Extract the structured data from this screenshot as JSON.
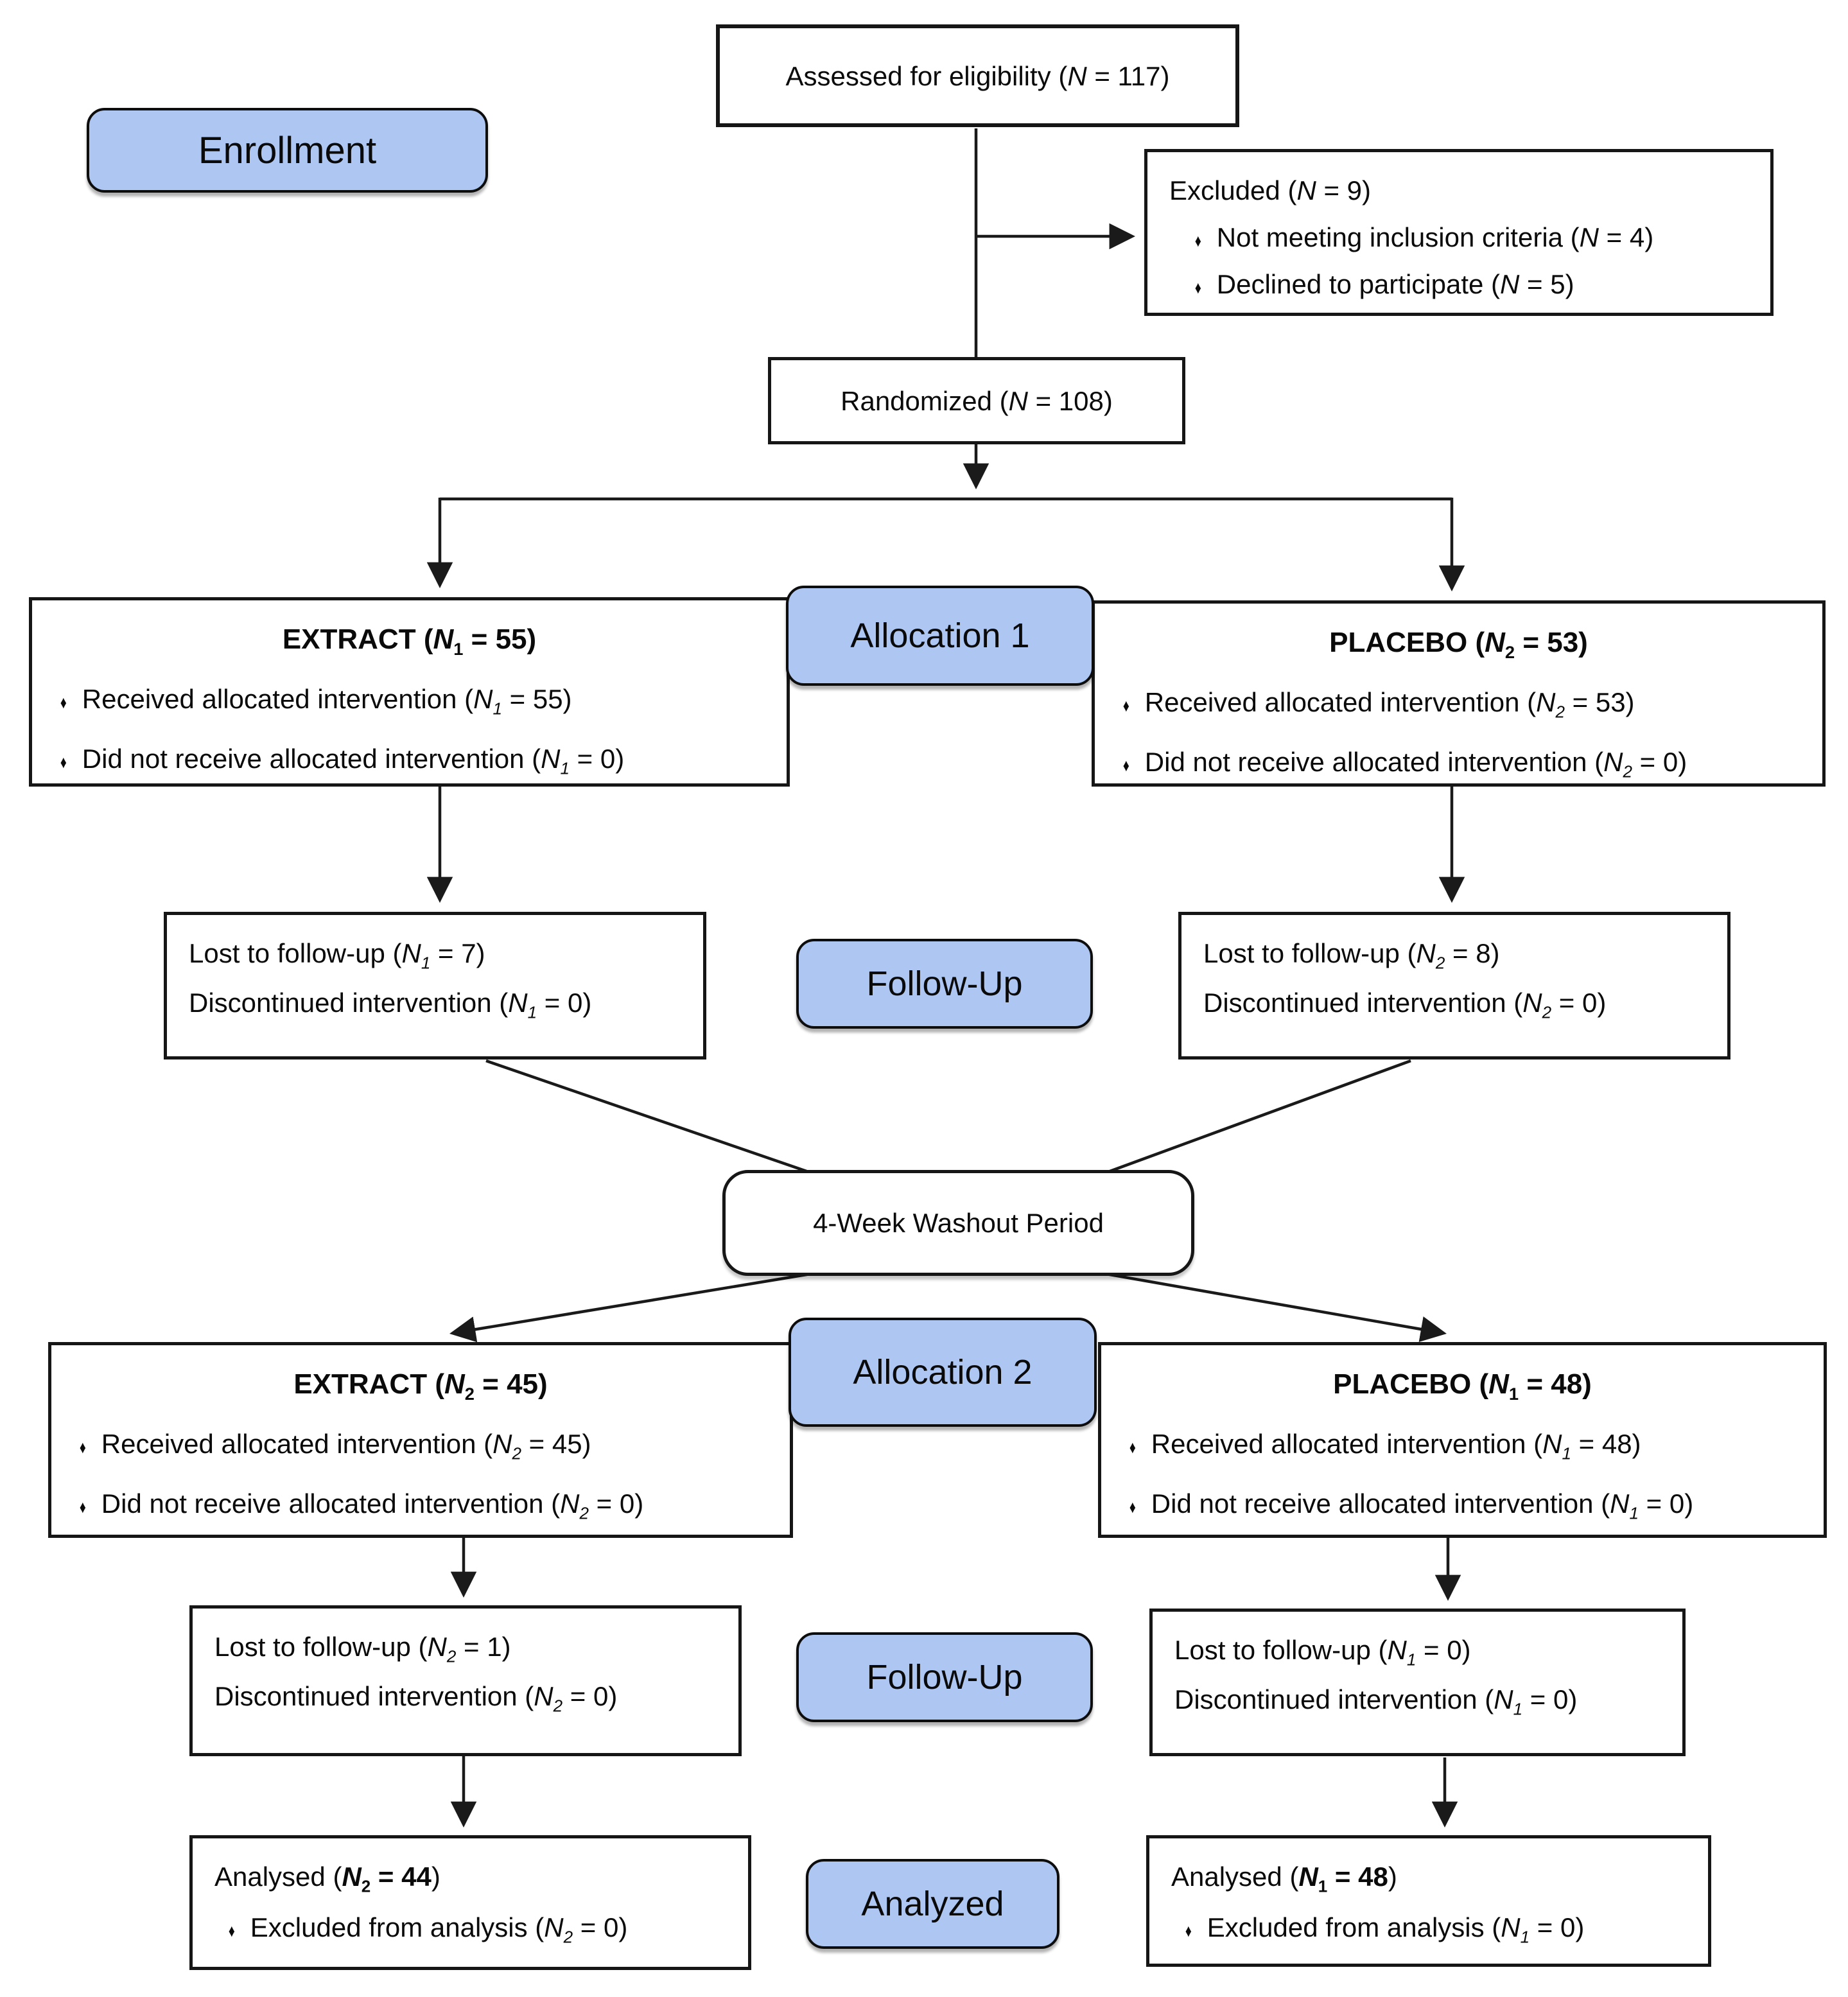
{
  "colors": {
    "label_fill": "#aec6f2",
    "line": "#1a1a1a",
    "box_border": "#161616"
  },
  "flow": {
    "assessed": {
      "text": "Assessed for eligibility ({i}N{/i} = 117)"
    },
    "enrollment_label": "Enrollment",
    "excluded": {
      "title": "Excluded ({i}N{/i} = 9)",
      "bullets": [
        "Not meeting inclusion criteria ({i}N{/i} = 4)",
        "Declined to participate ({i}N{/i} = 5)"
      ]
    },
    "randomized": {
      "text": "Randomized ({i}N{/i} = 108)"
    },
    "allocation1": {
      "label": "Allocation 1",
      "left": {
        "title": "EXTRACT ({i}N{/i}{s}1{/s} = 55)",
        "bullets": [
          "Received allocated intervention ({i}N{/i}{s}{i}1{/i}{/s} = 55)",
          "Did not receive allocated intervention ({i}N{/i}{s}{i}1{/i}{/s} = 0)"
        ]
      },
      "right": {
        "title": "PLACEBO ({i}N{/i}{s}2{/s} = 53)",
        "bullets": [
          "Received allocated intervention ({i}N{/i}{s}{i}2{/i}{/s} = 53)",
          "Did not receive allocated intervention ({i}N{/i}{s}{i}2{/i}{/s} = 0)"
        ]
      }
    },
    "followup1": {
      "label": "Follow-Up",
      "left": {
        "lines": [
          "Lost to follow-up ({i}N{/i}{s}{i}1{/i}{/s} = 7)",
          "Discontinued intervention ({i}N{/i}{s}{i}1{/i}{/s} = 0)"
        ]
      },
      "right": {
        "lines": [
          "Lost to follow-up ({i}N{/i}{s}{i}2{/i}{/s} = 8)",
          "Discontinued intervention ({i}N{/i}{s}{i}2{/i}{/s} = 0)"
        ]
      }
    },
    "washout": {
      "text": "4-Week Washout Period"
    },
    "allocation2": {
      "label": "Allocation 2",
      "left": {
        "title": "EXTRACT ({i}N{/i}{s}2{/s} = 45)",
        "bullets": [
          "Received allocated intervention ({i}N{/i}{s}{i}2{/i}{/s} = 45)",
          "Did not receive allocated intervention ({i}N{/i}{s}{i}2{/i}{/s} = 0)"
        ]
      },
      "right": {
        "title": "PLACEBO ({i}N{/i}{s}1{/s} = 48)",
        "bullets": [
          "Received allocated intervention ({i}N{/i}{s}{i}1{/i}{/s} = 48)",
          "Did not receive allocated intervention ({i}N{/i}{s}{i}1{/i}{/s} = 0)"
        ]
      }
    },
    "followup2": {
      "label": "Follow-Up",
      "left": {
        "lines": [
          "Lost to follow-up ({i}N{/i}{s}{i}2{/i}{/s} = 1)",
          "Discontinued intervention ({i}N{/i}{s}{i}2{/i}{/s} = 0)"
        ]
      },
      "right": {
        "lines": [
          "Lost to follow-up ({i}N{/i}{s}{i}1{/i}{/s} = 0)",
          "Discontinued intervention ({i}N{/i}{s}{i}1{/i}{/s} = 0)"
        ]
      }
    },
    "analysis": {
      "label": "Analyzed",
      "left": {
        "title": "Analysed ({b}{i}N{/i}{s}2{/s} = 44{/b})",
        "bullets": [
          "Excluded from analysis ({i}N{/i}{s}{i}2{/i}{/s} = 0)"
        ]
      },
      "right": {
        "title": "Analysed ({b}{i}N{/i}{s}1{/s} = 48{/b})",
        "bullets": [
          "Excluded from analysis ({i}N{/i}{s}{i}1{/i}{/s} = 0)"
        ]
      }
    }
  }
}
